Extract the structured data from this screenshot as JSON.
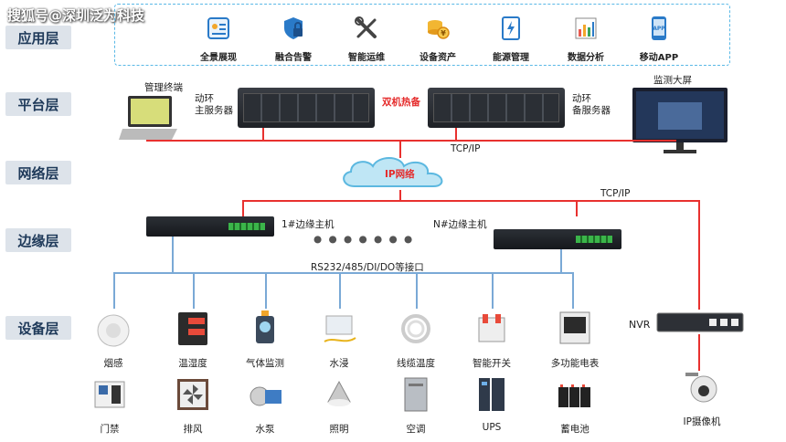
{
  "watermark": "搜狐号@深圳泛为科技",
  "layers": {
    "app": "应用层",
    "platform": "平台层",
    "network": "网络层",
    "edge": "边缘层",
    "device": "设备层"
  },
  "app_items": [
    {
      "label": "全景展现",
      "icon": "dashboard-icon"
    },
    {
      "label": "融合告警",
      "icon": "shield-lock-icon"
    },
    {
      "label": "智能运维",
      "icon": "tools-icon"
    },
    {
      "label": "设备资产",
      "icon": "coins-icon"
    },
    {
      "label": "能源管理",
      "icon": "energy-icon"
    },
    {
      "label": "数据分析",
      "icon": "chart-icon"
    },
    {
      "label": "移动APP",
      "icon": "app-icon"
    }
  ],
  "platform": {
    "terminal": "管理终端",
    "main_server_line1": "动环",
    "main_server_line2": "主服务器",
    "hot_standby": "双机热备",
    "backup_server_line1": "动环",
    "backup_server_line2": "备服务器",
    "big_screen": "监测大屏",
    "protocol": "TCP/IP"
  },
  "network": {
    "cloud": "IP网络",
    "protocol": "TCP/IP"
  },
  "edge": {
    "host1": "1#边缘主机",
    "dots": "● ● ● ● ● ● ●",
    "hostN": "N#边缘主机",
    "interfaces": "RS232/485/DI/DO等接口"
  },
  "devices_row1": [
    "烟感",
    "温湿度",
    "气体监测",
    "水浸",
    "线缆温度",
    "智能开关",
    "多功能电表"
  ],
  "devices_row2": [
    "门禁",
    "排风",
    "水泵",
    "照明",
    "空调",
    "UPS",
    "蓄电池"
  ],
  "nvr": "NVR",
  "ip_camera": "IP摄像机",
  "colors": {
    "accent_red": "#e8312f",
    "accent_blue": "#7aa9d6",
    "layer_bg": "#dde3ea"
  }
}
